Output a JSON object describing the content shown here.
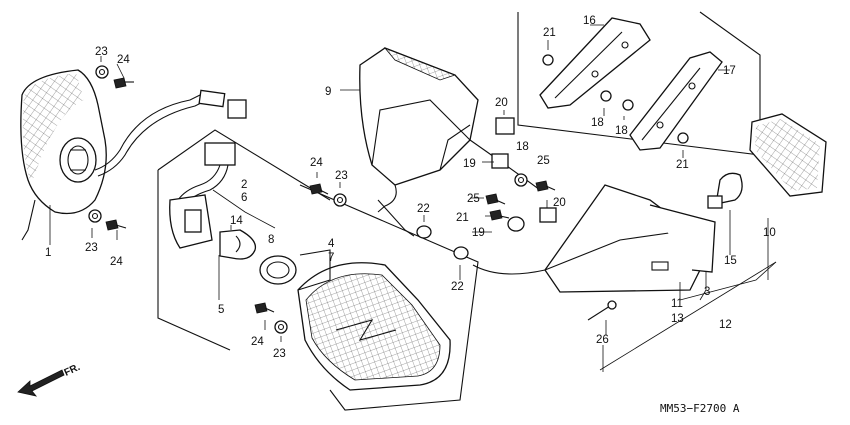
{
  "diagram": {
    "ref_code": "MM53−F2700 A",
    "front_marker": "FR.",
    "callouts": {
      "c1": "1",
      "c2": "2",
      "c3": "3",
      "c4": "4",
      "c5": "5",
      "c6": "6",
      "c7": "7",
      "c8": "8",
      "c9": "9",
      "c10": "10",
      "c11": "11",
      "c12": "12",
      "c13": "13",
      "c14": "14",
      "c15": "15",
      "c16": "16",
      "c17": "17",
      "c18a": "18",
      "c18b": "18",
      "c18c": "18",
      "c19a": "19",
      "c19b": "19",
      "c20a": "20",
      "c20b": "20",
      "c21a": "21",
      "c21b": "21",
      "c21c": "21",
      "c22a": "22",
      "c22b": "22",
      "c23a": "23",
      "c23b": "23",
      "c23c": "23",
      "c23d": "23",
      "c24a": "24",
      "c24b": "24",
      "c24c": "24",
      "c24d": "24",
      "c25a": "25",
      "c25b": "25",
      "c26": "26"
    }
  }
}
